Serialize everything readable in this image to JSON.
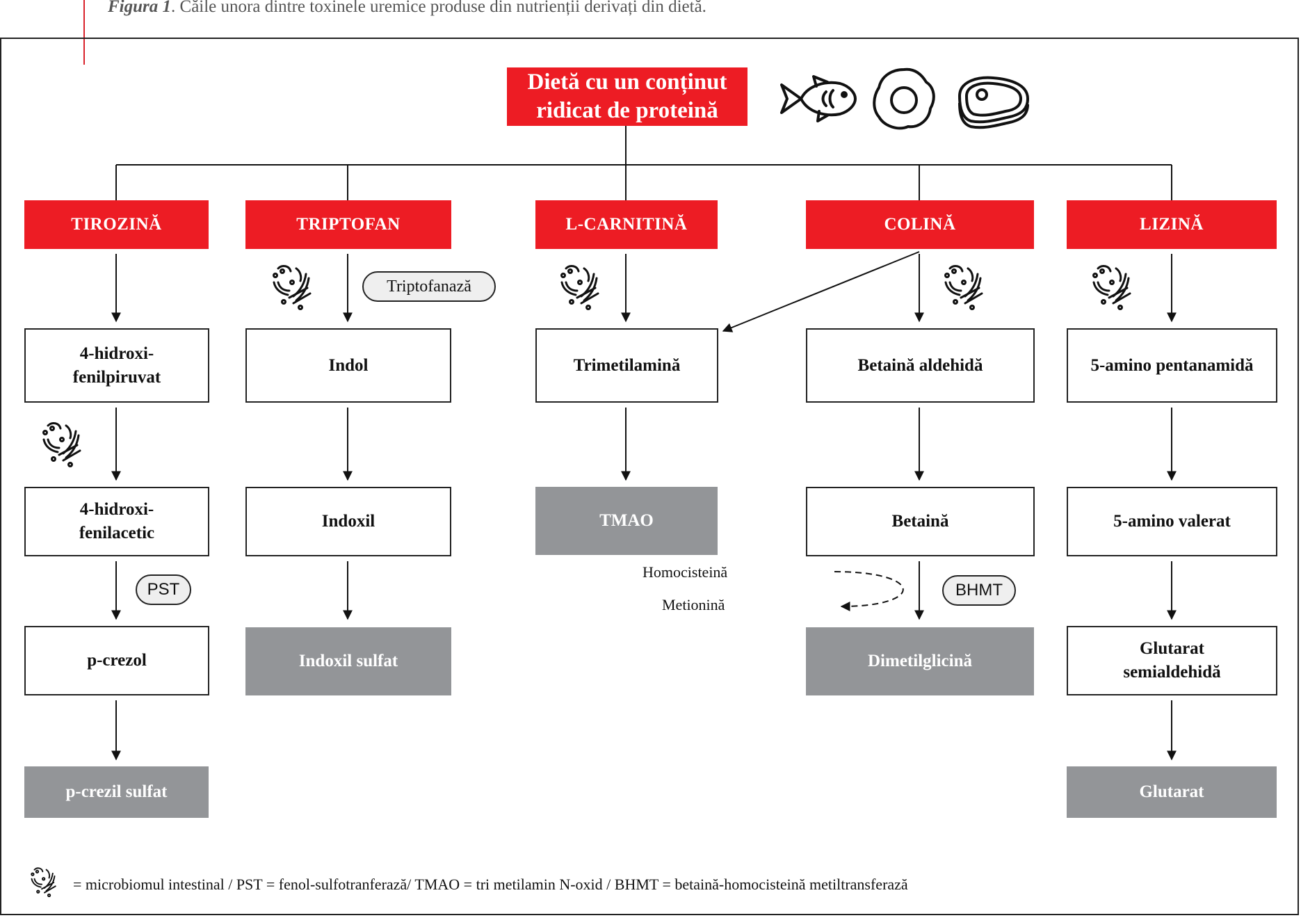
{
  "caption": {
    "label": "Figura 1",
    "text": ". Căile unora dintre toxinele uremice produse din nutrienții derivați din dietă."
  },
  "title": {
    "line1": "Dietă cu un conținut",
    "line2": "ridicat de proteină"
  },
  "food_icons": [
    "fish-icon",
    "egg-icon",
    "meat-icon"
  ],
  "columns": [
    {
      "header": "TIROZINĂ",
      "steps": [
        "4-hidroxi-\nfenilpiruvat",
        "4-hidroxi-\nfenilacetic",
        "p-crezol"
      ],
      "final": "p-crezil sulfat",
      "enzyme": "PST"
    },
    {
      "header": "TRIPTOFAN",
      "steps": [
        "Indol",
        "Indoxil"
      ],
      "final": "Indoxil sulfat",
      "enzyme": "Triptofanază"
    },
    {
      "header": "L-CARNITINĂ",
      "steps": [
        "Trimetilamină"
      ],
      "final": "TMAO"
    },
    {
      "header": "COLINĂ",
      "steps": [
        "Betaină aldehidă",
        "Betaină"
      ],
      "final": "Dimetilglicină",
      "enzyme": "BHMT"
    },
    {
      "header": "LIZINĂ",
      "steps": [
        "5-amino pentanamidă",
        "5-amino valerat",
        "Glutarat\nsemialdehidă"
      ],
      "final": "Glutarat"
    }
  ],
  "side_labels": {
    "homocysteine": "Homocisteină",
    "methionine": "Metionină"
  },
  "footer": "= microbiomul intestinal / PST = fenol-sulfotranferază/ TMAO = tri   metilamin N-oxid / BHMT = betaină-homocisteină metiltransferază",
  "colors": {
    "red": "#ed1c24",
    "gray": "#939598",
    "border": "#222222"
  }
}
